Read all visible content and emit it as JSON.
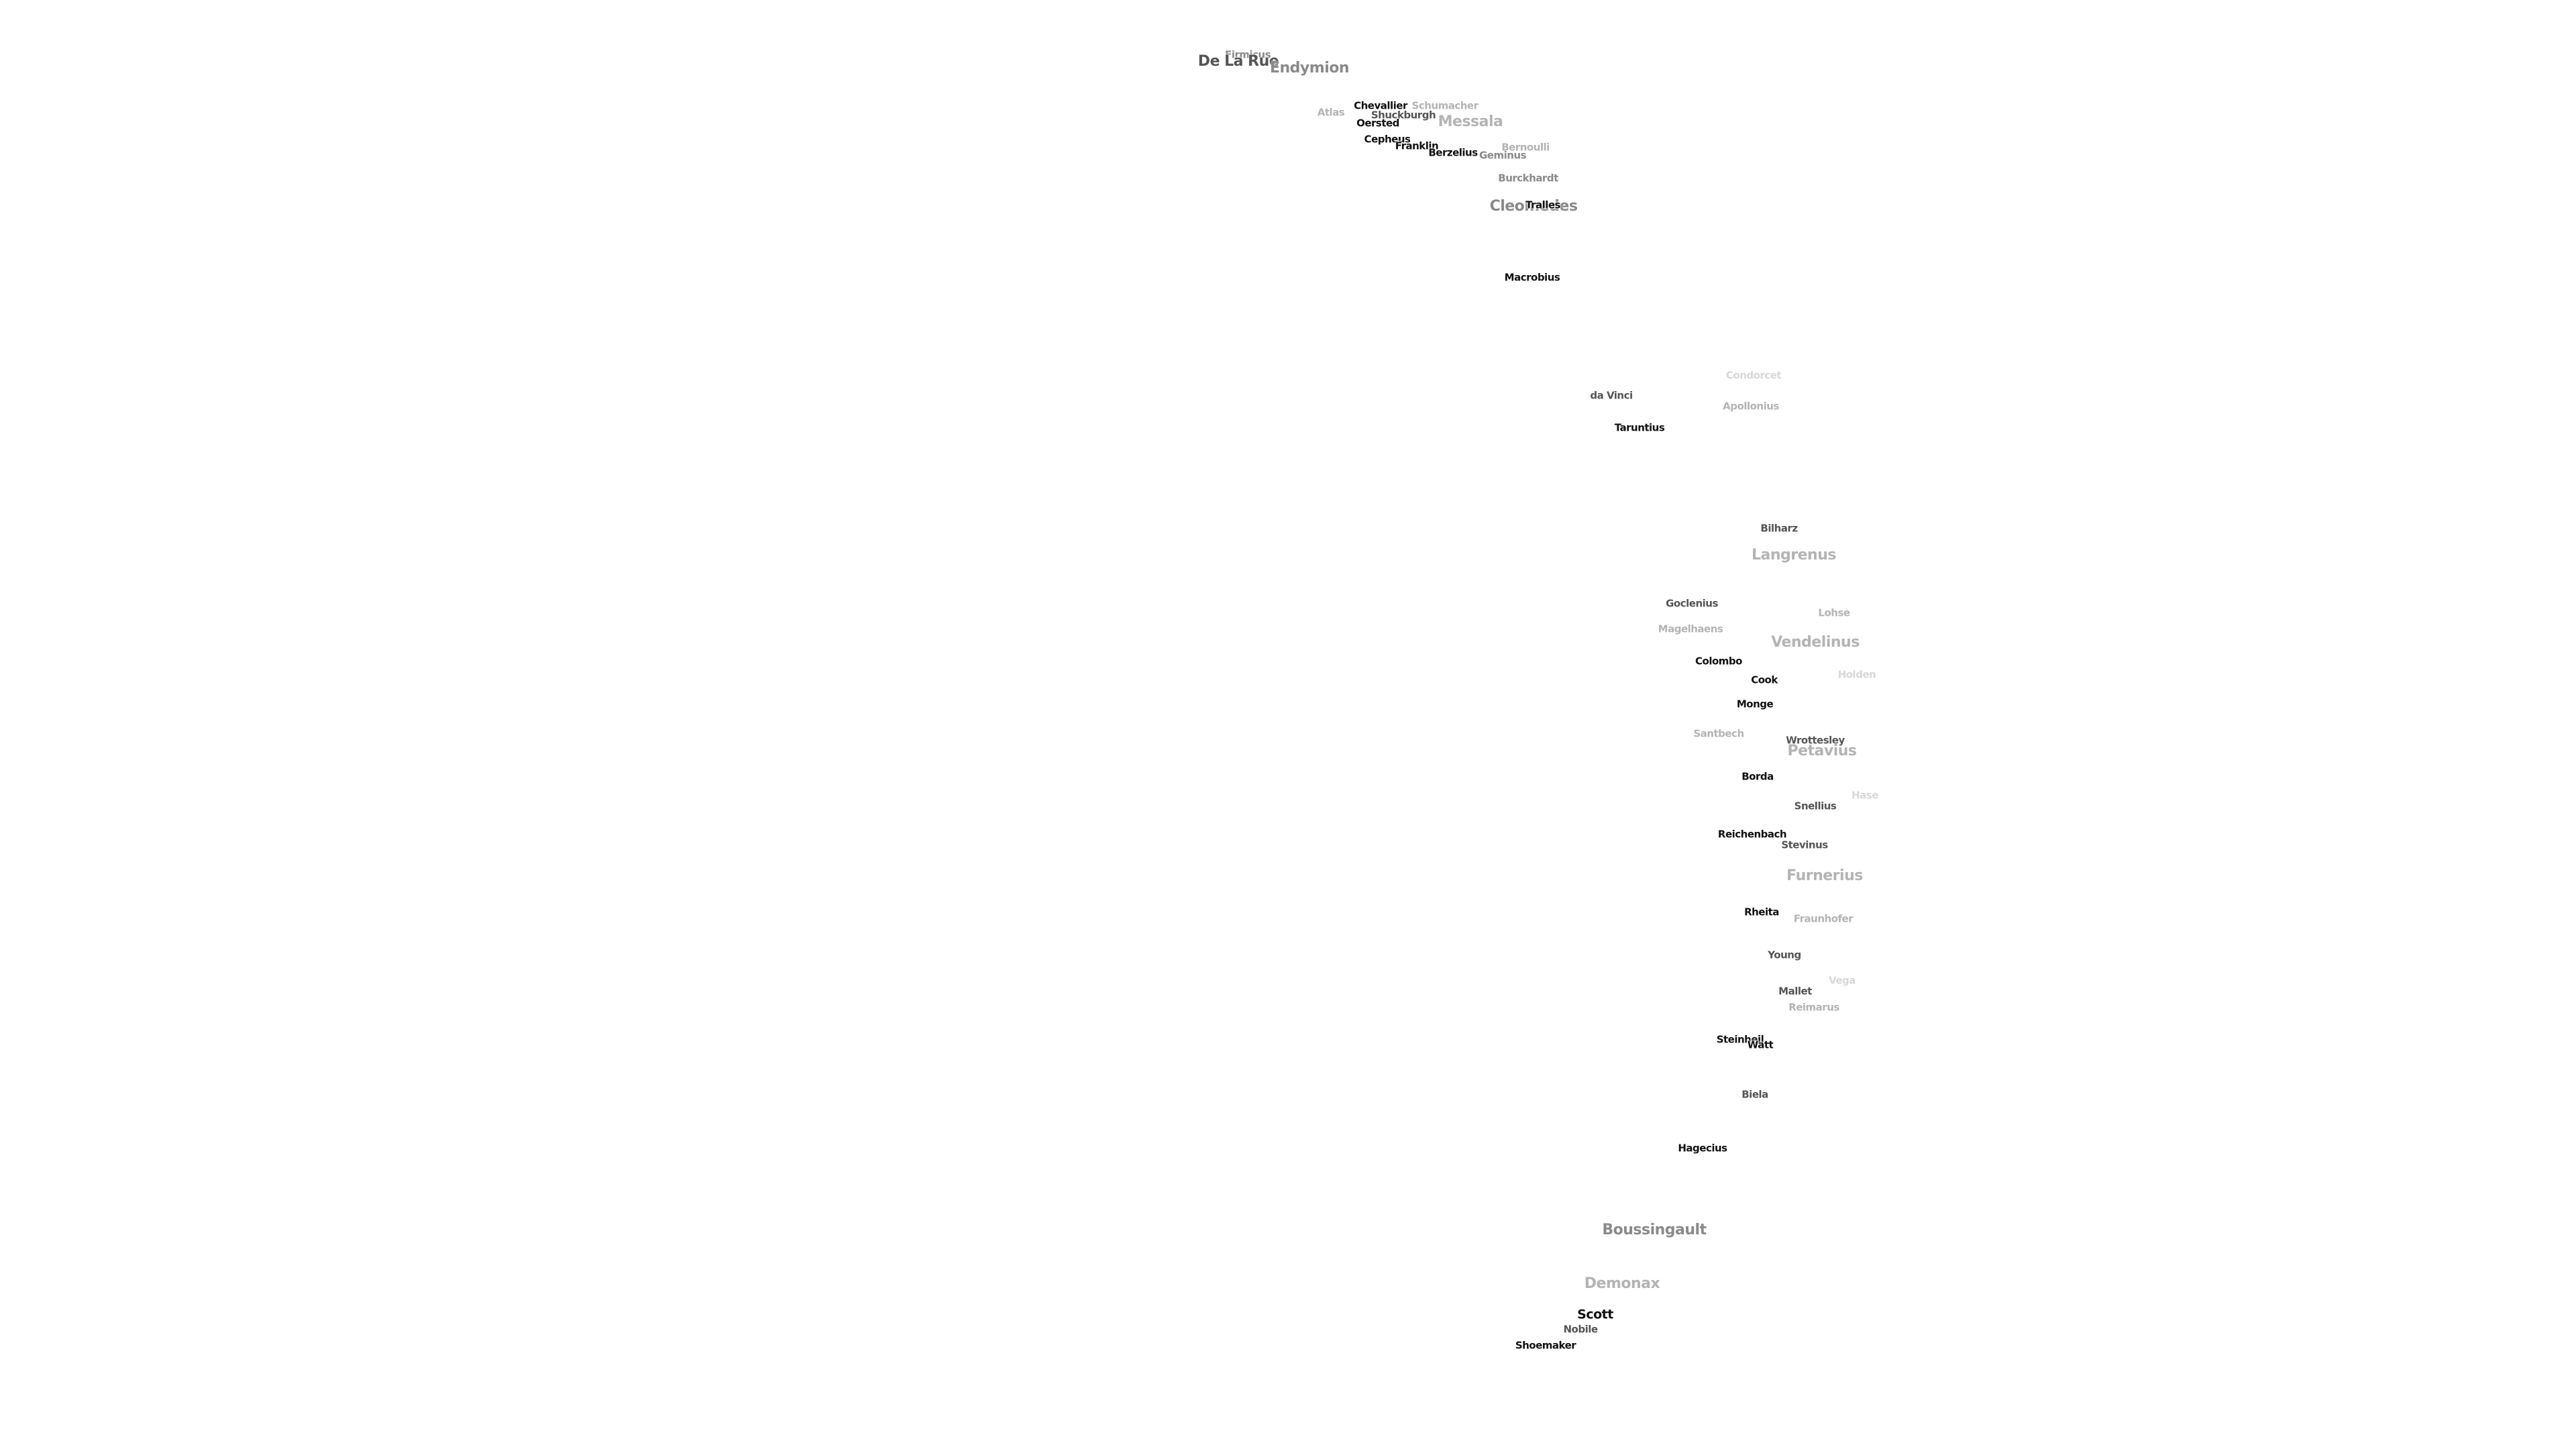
{
  "labels": [
    {
      "text": "Firmicus"
    },
    {
      "text": "De La Rue"
    },
    {
      "text": "Endymion"
    },
    {
      "text": "Atlas"
    },
    {
      "text": "Chevallier"
    },
    {
      "text": "Schumacher"
    },
    {
      "text": "Shuckburgh"
    },
    {
      "text": "Oersted"
    },
    {
      "text": "Messala"
    },
    {
      "text": "Cepheus"
    },
    {
      "text": "Franklin"
    },
    {
      "text": "Bernoulli"
    },
    {
      "text": "Berzelius"
    },
    {
      "text": "Geminus"
    },
    {
      "text": "Burckhardt"
    },
    {
      "text": "Cleomedes"
    },
    {
      "text": "Tralles"
    },
    {
      "text": "Macrobius"
    },
    {
      "text": "Condorcet"
    },
    {
      "text": "da Vinci"
    },
    {
      "text": "Apollonius"
    },
    {
      "text": "Taruntius"
    },
    {
      "text": "Bilharz"
    },
    {
      "text": "Langrenus"
    },
    {
      "text": "Goclenius"
    },
    {
      "text": "Lohse"
    },
    {
      "text": "Magelhaens"
    },
    {
      "text": "Vendelinus"
    },
    {
      "text": "Colombo"
    },
    {
      "text": "Holden"
    },
    {
      "text": "Cook"
    },
    {
      "text": "Monge"
    },
    {
      "text": "Santbech"
    },
    {
      "text": "Wrottesley"
    },
    {
      "text": "Petavius"
    },
    {
      "text": "Borda"
    },
    {
      "text": "Snellius"
    },
    {
      "text": "Hase"
    },
    {
      "text": "Reichenbach"
    },
    {
      "text": "Stevinus"
    },
    {
      "text": "Furnerius"
    },
    {
      "text": "Rheita"
    },
    {
      "text": "Fraunhofer"
    },
    {
      "text": "Young"
    },
    {
      "text": "Vega"
    },
    {
      "text": "Mallet"
    },
    {
      "text": "Reimarus"
    },
    {
      "text": "Steinheil"
    },
    {
      "text": "Watt"
    },
    {
      "text": "Biela"
    },
    {
      "text": "Hagecius"
    },
    {
      "text": "Boussingault"
    },
    {
      "text": "Demonax"
    },
    {
      "text": "Scott"
    },
    {
      "text": "Nobile"
    },
    {
      "text": "Shoemaker"
    }
  ]
}
